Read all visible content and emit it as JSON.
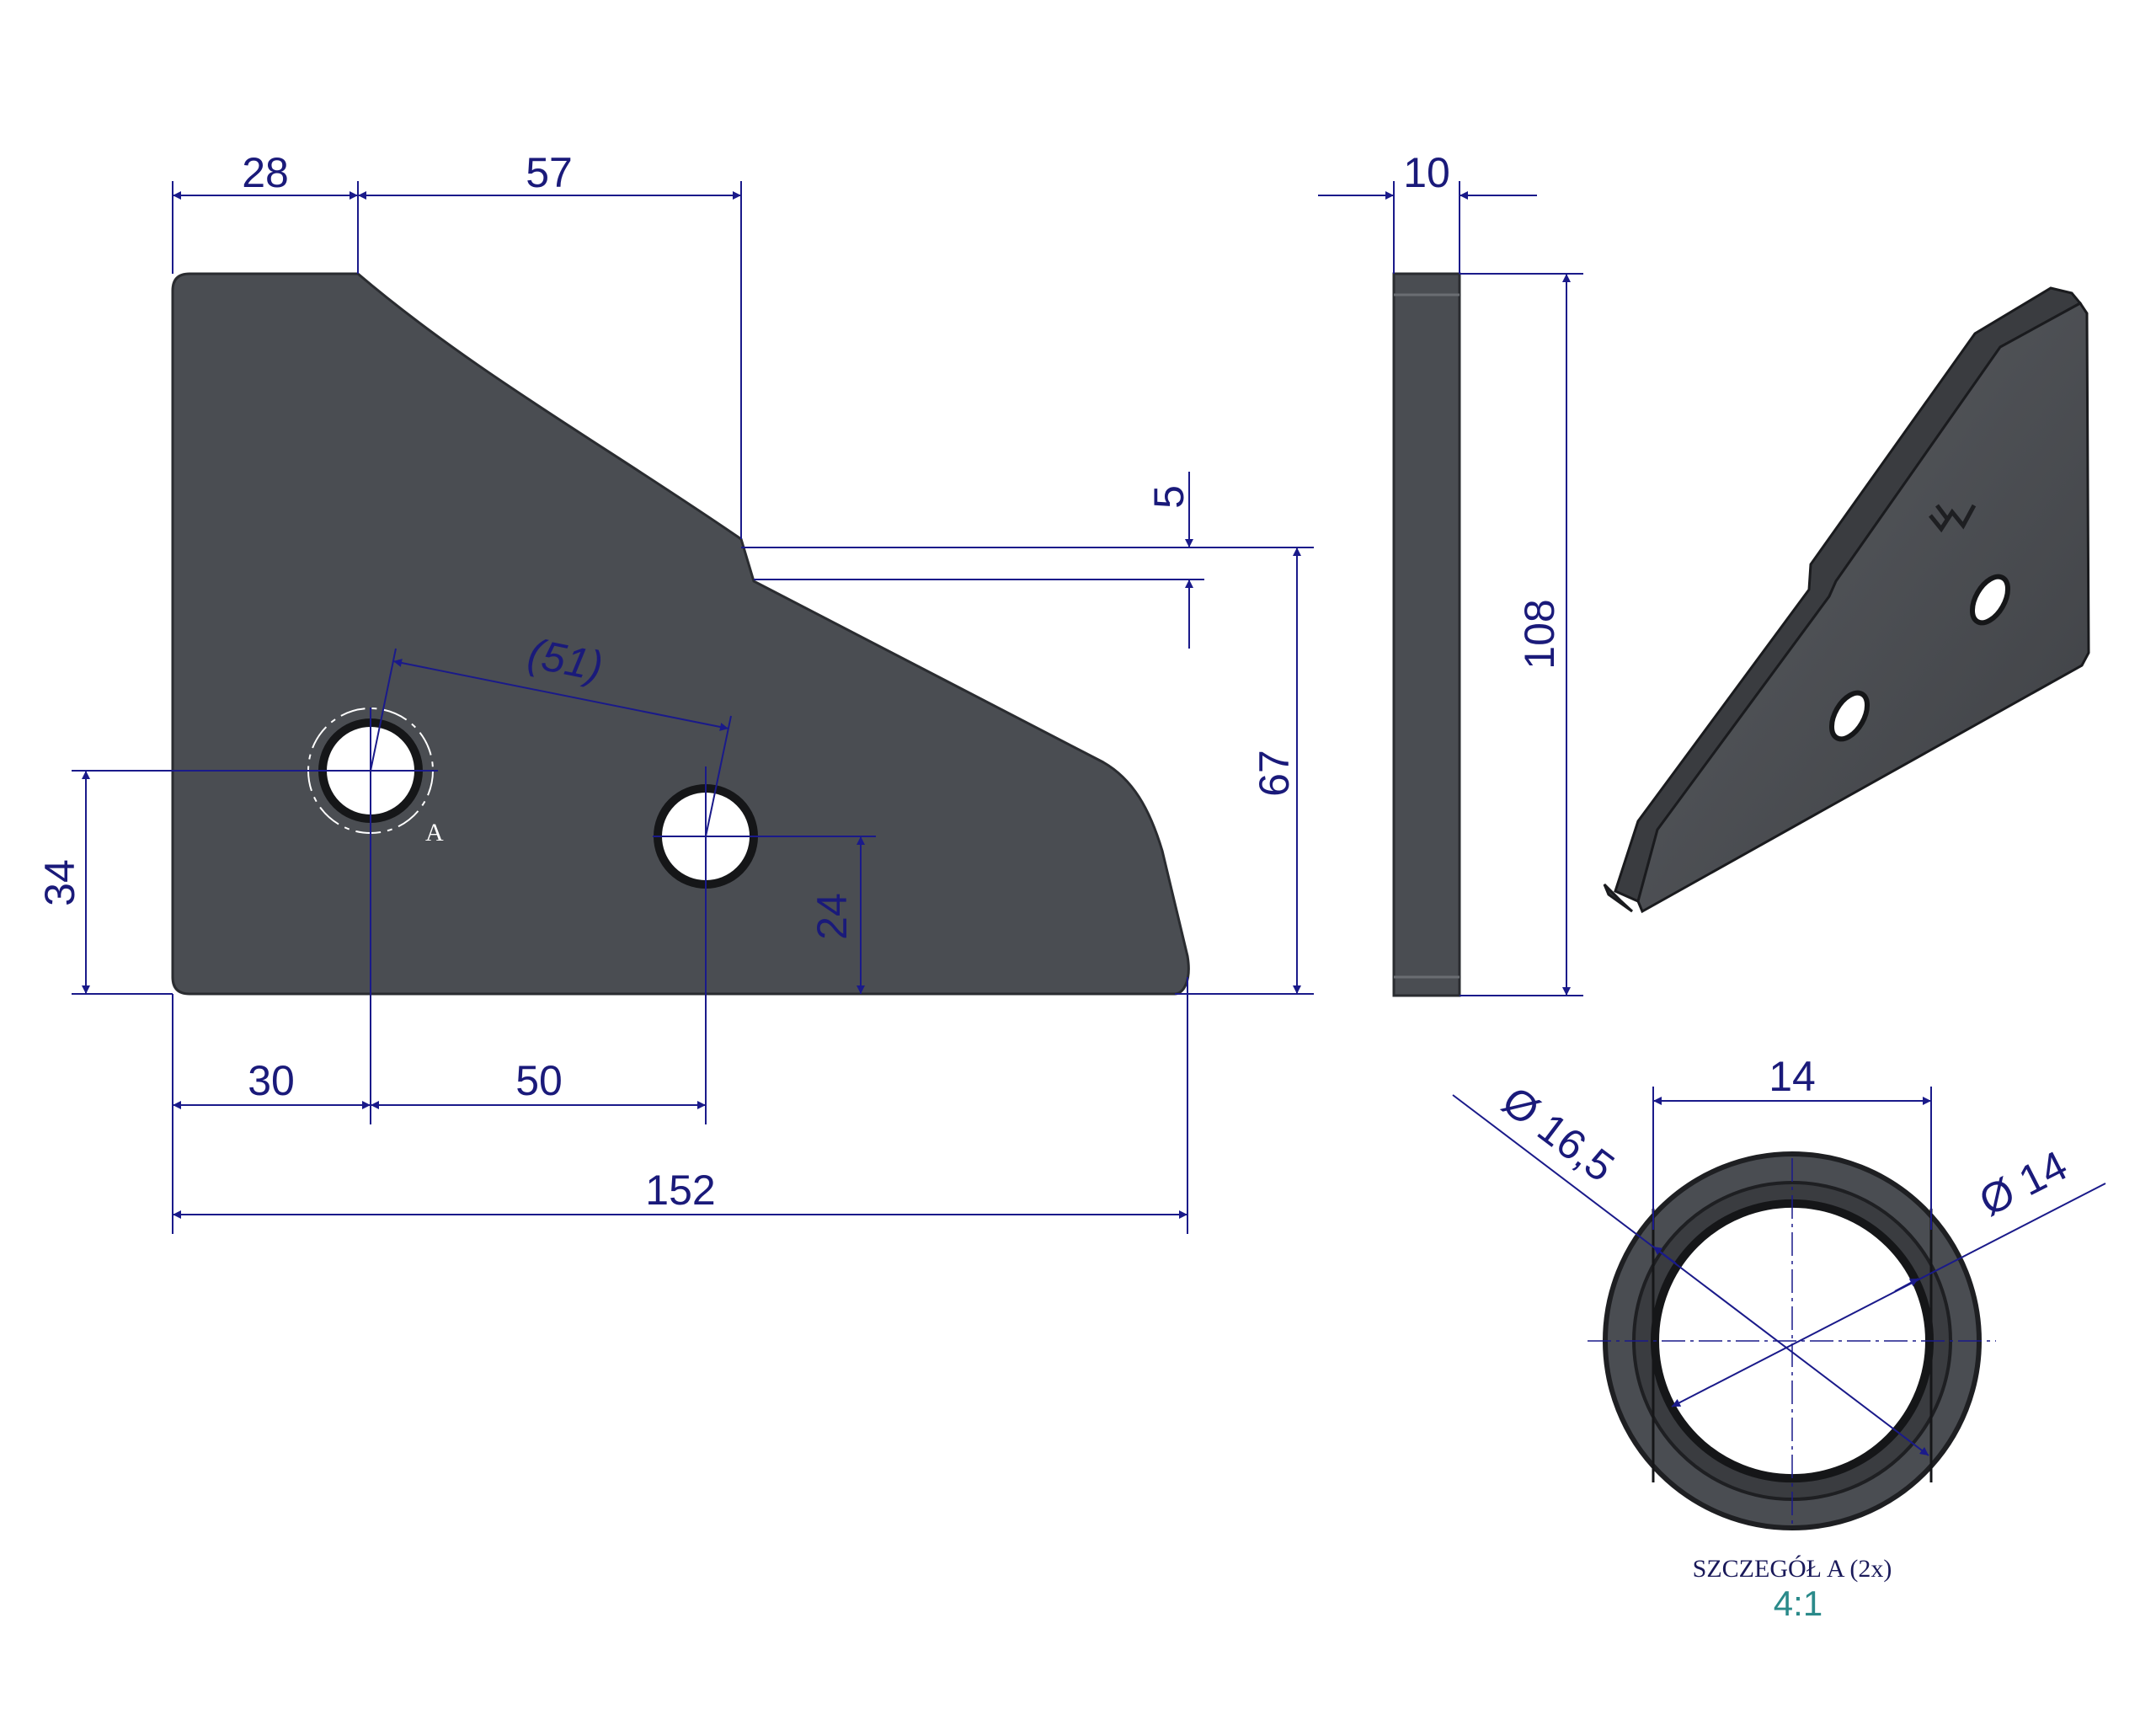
{
  "dimensions": {
    "top_28": "28",
    "top_57": "57",
    "notch_5": "5",
    "ref_51": "(51)",
    "height_67": "67",
    "left_34": "34",
    "hole_24": "24",
    "bottom_30": "30",
    "bottom_50": "50",
    "overall_152": "152",
    "thickness_10": "10",
    "height_108": "108"
  },
  "detail": {
    "label_A": "A",
    "width_14": "14",
    "dia_16_5": "Ø 16,5",
    "dia_14": "Ø 14",
    "title": "SZCZEGÓŁ A (2x)",
    "scale": "4:1"
  },
  "colors": {
    "dimension": "#1a1a8a",
    "part": "#4a4d52",
    "scale_text": "#2a8a8a"
  }
}
